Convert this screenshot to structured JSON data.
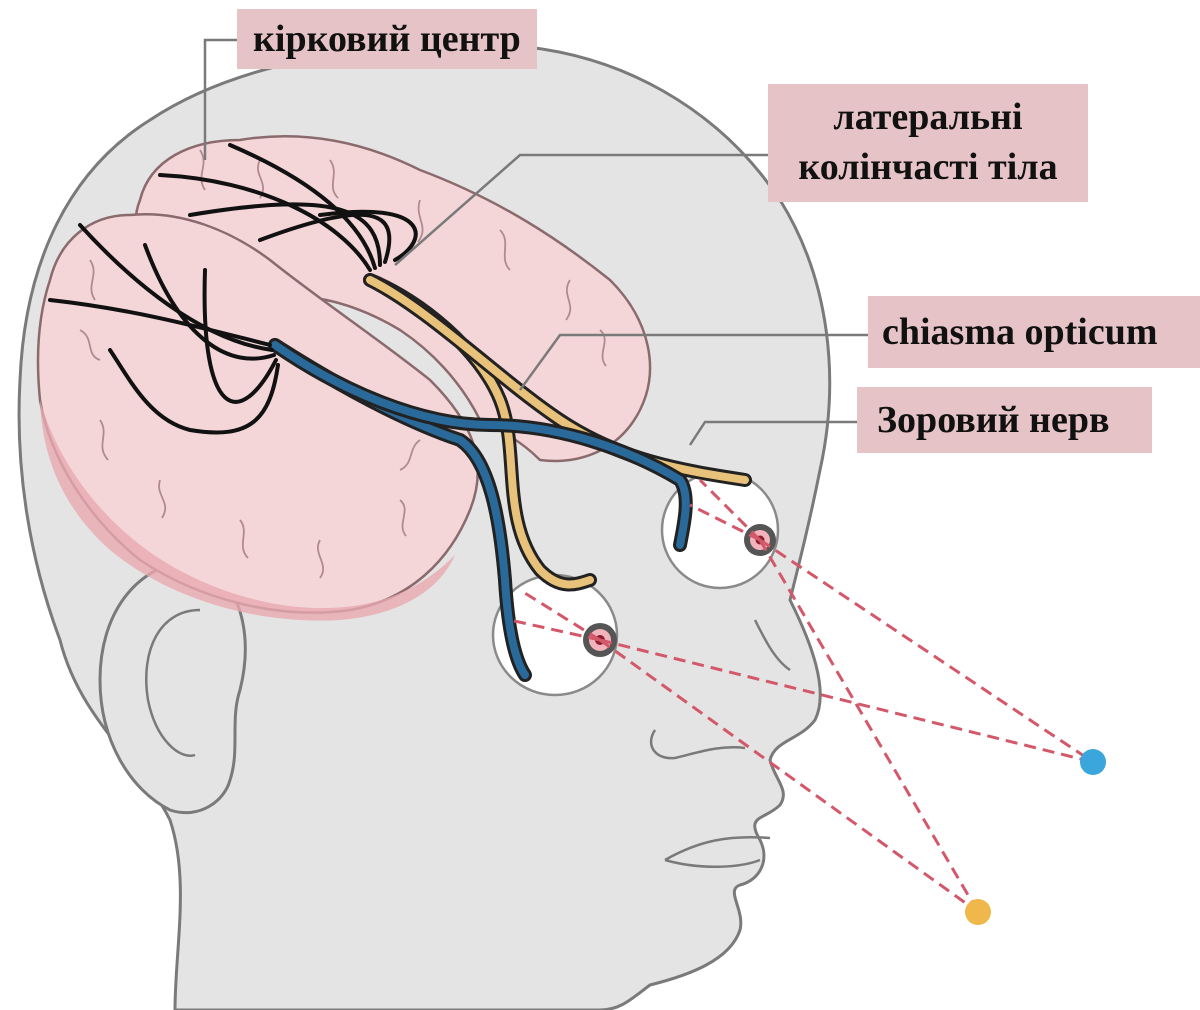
{
  "labels": {
    "cortex": "кірковий центр",
    "lgn_line1": "латеральні",
    "lgn_line2": "колінчасті тіла",
    "chiasm": "chiasma opticum",
    "optic_nerve": "Зоровий нерв"
  },
  "colors": {
    "label_bg": "#e6c3c6",
    "head_fill": "#e4e4e4",
    "head_stroke": "#7a7a7a",
    "brain_fill": "#f4d6d9",
    "brain_dark": "#e8a9b0",
    "nerve_yellow": "#e8c27a",
    "nerve_blue": "#2a6a9a",
    "ray_red": "#d2586a",
    "target_blue": "#3aa6dc",
    "target_yellow": "#f0b84a"
  }
}
